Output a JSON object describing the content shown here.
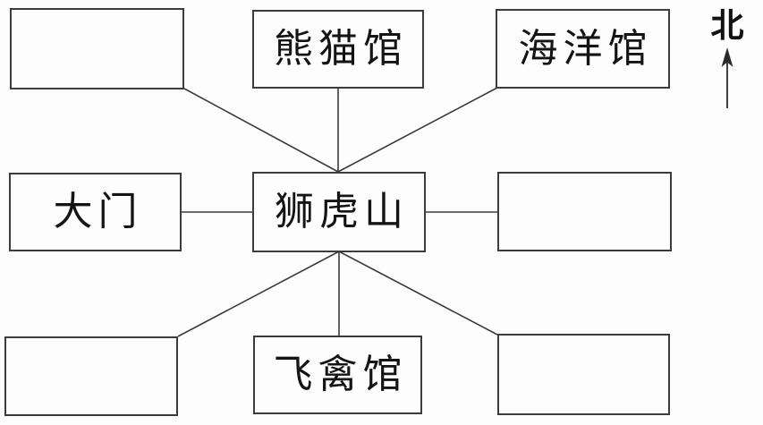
{
  "diagram": {
    "description": "zoo-location-map",
    "compass": {
      "label": "北"
    },
    "nodes": [
      {
        "id": "northwest-box",
        "label": ""
      },
      {
        "id": "panda-house",
        "label": "熊猫馆"
      },
      {
        "id": "ocean-house",
        "label": "海洋馆"
      },
      {
        "id": "main-gate",
        "label": "大门"
      },
      {
        "id": "lion-tiger-hill",
        "label": "狮虎山"
      },
      {
        "id": "east-box",
        "label": ""
      },
      {
        "id": "southwest-box",
        "label": ""
      },
      {
        "id": "bird-house",
        "label": "飞禽馆"
      },
      {
        "id": "southeast-box",
        "label": ""
      }
    ],
    "edges": [
      {
        "from": "northwest-box",
        "to": "lion-tiger-hill"
      },
      {
        "from": "panda-house",
        "to": "lion-tiger-hill"
      },
      {
        "from": "ocean-house",
        "to": "lion-tiger-hill"
      },
      {
        "from": "main-gate",
        "to": "lion-tiger-hill"
      },
      {
        "from": "lion-tiger-hill",
        "to": "east-box"
      },
      {
        "from": "lion-tiger-hill",
        "to": "southwest-box"
      },
      {
        "from": "lion-tiger-hill",
        "to": "bird-house"
      },
      {
        "from": "lion-tiger-hill",
        "to": "southeast-box"
      }
    ],
    "colors": {
      "line": "#3c3c3c",
      "text": "#141414",
      "background": "#fdfdfd"
    }
  }
}
